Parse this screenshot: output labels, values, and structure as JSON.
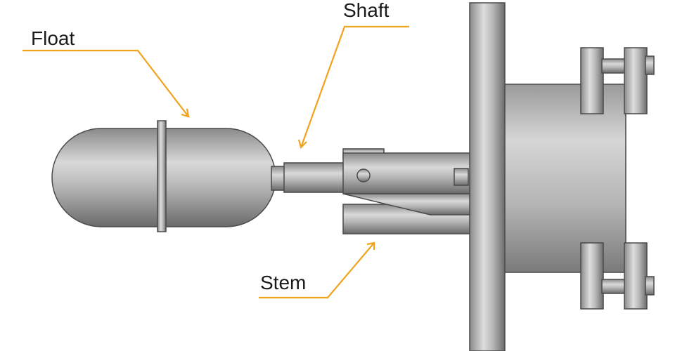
{
  "labels": {
    "float": "Float",
    "shaft": "Shaft",
    "stem": "Stem"
  },
  "colors": {
    "callout": "#f0a31c",
    "metal_dark": "#6e6e6e",
    "metal_light": "#dcdcdc",
    "outline": "#4a4a4a",
    "background": "#ffffff"
  }
}
